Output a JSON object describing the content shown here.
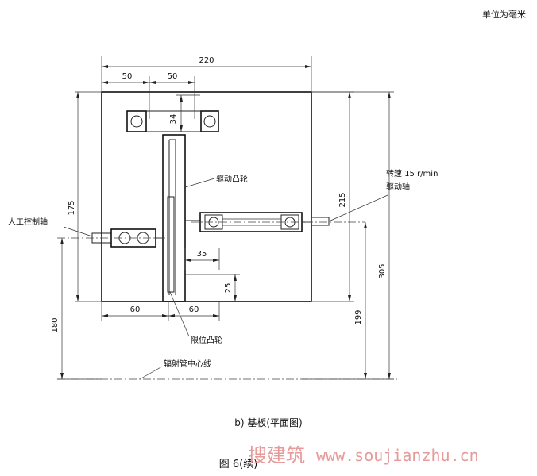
{
  "unit_note": "单位为毫米",
  "dimensions": {
    "total_width": "220",
    "left_50": "50",
    "right_50": "50",
    "height_34": "34",
    "height_175": "175",
    "height_215": "215",
    "height_305": "305",
    "width_35": "35",
    "height_25": "25",
    "bottom_60_left": "60",
    "bottom_60_right": "60",
    "height_180": "180",
    "height_199": "199"
  },
  "labels": {
    "drive_cam": "驱动凸轮",
    "speed": "转速 15 r/min",
    "drive_shaft": "驱动轴",
    "manual_shaft": "人工控制轴",
    "limit_cam": "限位凸轮",
    "tube_centerline": "辐射管中心线"
  },
  "caption": {
    "sub": "b)  基板(平面图)",
    "figure": "图 6(续)"
  },
  "watermark": {
    "brand": "搜建筑",
    "url": "www.soujianzhu.cn"
  }
}
